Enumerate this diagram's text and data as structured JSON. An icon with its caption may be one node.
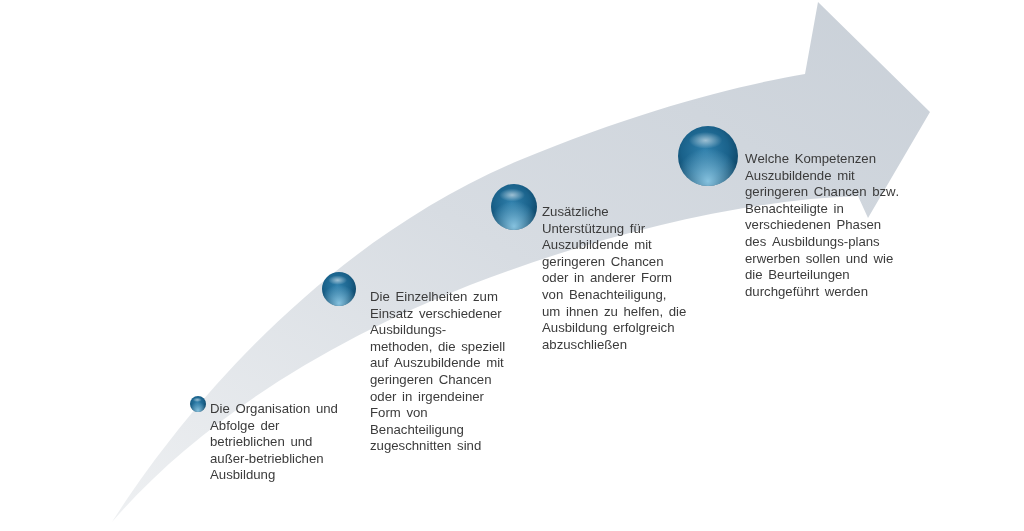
{
  "diagram": {
    "nodes": [
      {
        "text": [],
        "shape": "circle",
        "beside": [
          "Die Organisation und Abfolge der betrieblichen und außer-betrieblichen Ausbildung"
        ]
      },
      {
        "text": [],
        "shape": "circle",
        "beside": [
          "Die Einzelheiten zum Einsatz verschiedener Ausbildungs- methoden, die speziell auf Auszubildende mit geringeren Chancen oder in irgendeiner Form von Benachteiligung zugeschnitten sind"
        ]
      },
      {
        "text": [],
        "shape": "circle",
        "beside": [
          "Zusätzliche Unterstützung für Auszubildende mit geringeren Chancen oder in anderer Form von Benachteiligung, um ihnen zu helfen, die Ausbildung erfolgreich abzuschließen"
        ]
      },
      {
        "text": [],
        "shape": "circle",
        "beside": [
          "Welche Kompetenzen Auszubildende mit geringeren Chancen bzw. Benachteiligte in verschiedenen Phasen des Ausbildungs-plans erwerben sollen und wie die Beurteilungen durchgeführt werden"
        ]
      }
    ]
  }
}
